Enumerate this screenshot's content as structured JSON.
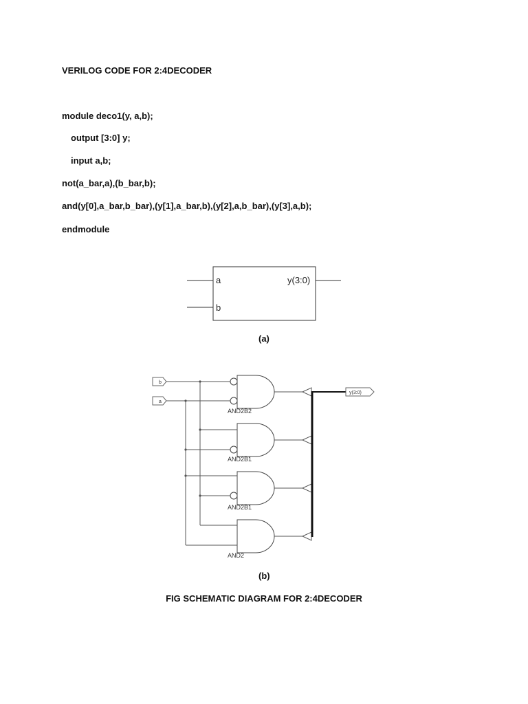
{
  "heading": "VERILOG CODE FOR 2:4DECODER",
  "code": {
    "line1": "module deco1(y, a,b);",
    "line2": "output [3:0] y;",
    "line3": "input a,b;",
    "line4": "not(a_bar,a),(b_bar,b);",
    "line5": "and(y[0],a_bar,b_bar),(y[1],a_bar,b),(y[2],a,b_bar),(y[3],a,b);",
    "line6": "endmodule"
  },
  "block_symbol": {
    "input_a": "a",
    "input_b": "b",
    "output": "y(3:0)",
    "caption": "(a)"
  },
  "schematic": {
    "input_b": "b",
    "input_a": "a",
    "output": "y(3:0)",
    "gates": [
      "AND2B2",
      "AND2B1",
      "AND2B1",
      "AND2"
    ],
    "caption": "(b)"
  },
  "figure_title": "FIG SCHEMATIC DIAGRAM FOR 2:4DECODER"
}
